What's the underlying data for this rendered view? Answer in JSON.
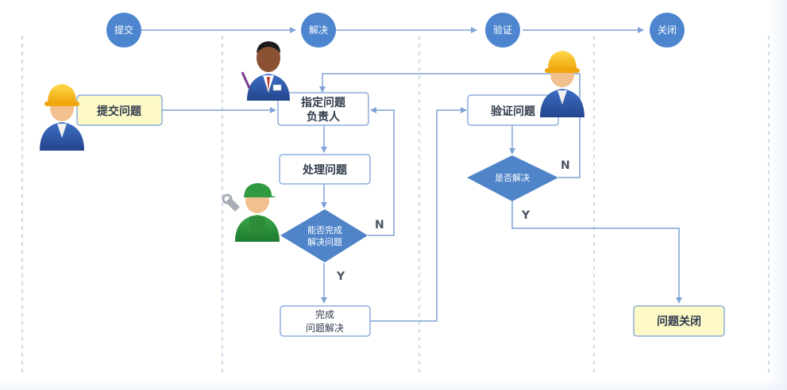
{
  "stages": [
    "提交",
    "解决",
    "验证",
    "关闭"
  ],
  "boxes": {
    "submit": "提交问题",
    "assign_line1": "指定问题",
    "assign_line2": "负责人",
    "handle": "处理问题",
    "done_line1": "完成",
    "done_line2": "问题解决",
    "verify": "验证问题",
    "close": "问题关闭"
  },
  "decisions": {
    "can_solve_line1": "能否完成",
    "can_solve_line2": "解决问题",
    "is_solved": "是否解决"
  },
  "labels": {
    "yes": "Y",
    "no": "N"
  },
  "icons": [
    "worker-hardhat-icon",
    "manager-icon",
    "mechanic-wrench-icon",
    "inspector-hardhat-icon"
  ],
  "colors": {
    "stage_circle": "#4d86cf",
    "box_border": "#8eaede",
    "yellow_box": "#fdfac8",
    "diamond": "#4f84c8",
    "line": "#7fa3d6",
    "lane_divider": "#9fb6d8"
  }
}
